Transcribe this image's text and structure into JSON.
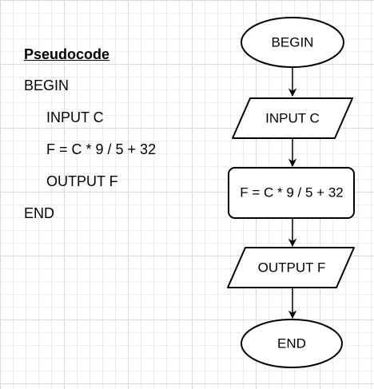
{
  "pseudocode": {
    "title": "Pseudocode",
    "lines": [
      "BEGIN",
      "INPUT C",
      "F = C * 9 / 5 + 32",
      "OUTPUT F",
      "END"
    ]
  },
  "flowchart": {
    "begin": "BEGIN",
    "input": "INPUT C",
    "process": "F = C * 9 / 5 + 32",
    "output": "OUTPUT F",
    "end": "END"
  }
}
